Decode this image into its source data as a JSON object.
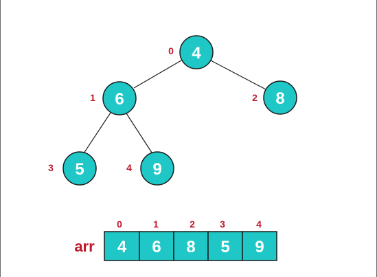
{
  "tree": {
    "nodes": [
      {
        "index": "0",
        "value": "4"
      },
      {
        "index": "1",
        "value": "6"
      },
      {
        "index": "2",
        "value": "8"
      },
      {
        "index": "3",
        "value": "5"
      },
      {
        "index": "4",
        "value": "9"
      }
    ]
  },
  "array": {
    "name": "arr",
    "cells": [
      {
        "index": "0",
        "value": "4"
      },
      {
        "index": "1",
        "value": "6"
      },
      {
        "index": "2",
        "value": "8"
      },
      {
        "index": "3",
        "value": "5"
      },
      {
        "index": "4",
        "value": "9"
      }
    ]
  },
  "colors": {
    "node_fill": "#1fc7c7",
    "index_text": "#c0182a",
    "value_text": "#ffffff",
    "outline": "#1c1c1c"
  }
}
